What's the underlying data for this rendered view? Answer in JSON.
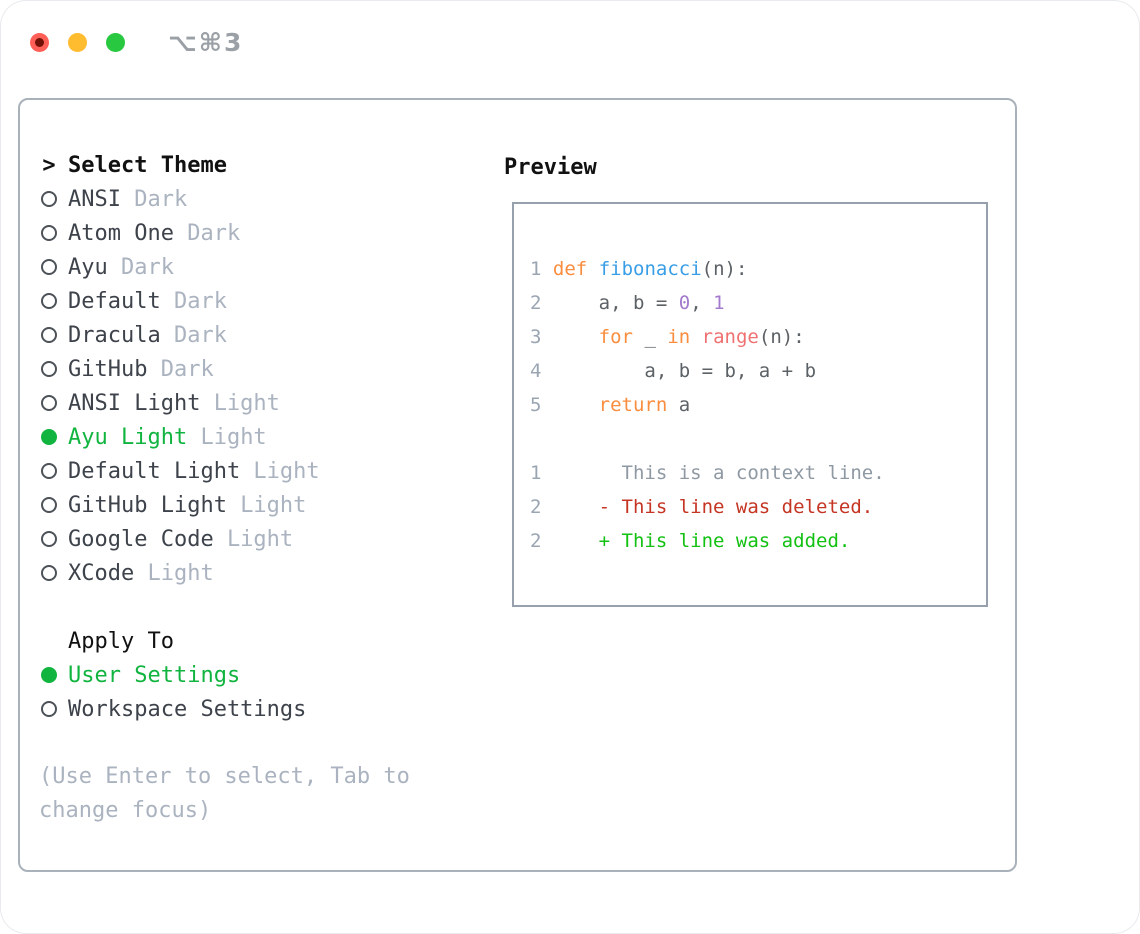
{
  "titlebar": {
    "shortcut": "⌥⌘3"
  },
  "colors": {
    "dot_red": "#ff5f57",
    "dot_red_core": "#701108",
    "dot_yellow": "#febc2e",
    "dot_green": "#28c840",
    "titlebar_text": "#9aa0a6",
    "frame_border": "#a9b1ba",
    "preview_border": "#97a0ad",
    "heading": "#111111",
    "item_text": "#3e434b",
    "muted": "#aab3bf",
    "radio_ring": "#4c5258",
    "selection": "#12b440",
    "linenum": "#9aa5b2",
    "fg": "#5c6166",
    "keyword": "#fa8d3e",
    "function": "#399ee6",
    "number": "#a37acc",
    "builtin": "#f07171",
    "context": "#8f99a3",
    "deleted": "#c53523",
    "added": "#13c113"
  },
  "theme_panel": {
    "header": {
      "prompt": ">",
      "label": "Select Theme"
    },
    "items": [
      {
        "name": "ANSI",
        "variant": "Dark",
        "selected": false
      },
      {
        "name": "Atom One",
        "variant": "Dark",
        "selected": false
      },
      {
        "name": "Ayu",
        "variant": "Dark",
        "selected": false
      },
      {
        "name": "Default",
        "variant": "Dark",
        "selected": false
      },
      {
        "name": "Dracula",
        "variant": "Dark",
        "selected": false
      },
      {
        "name": "GitHub",
        "variant": "Dark",
        "selected": false
      },
      {
        "name": "ANSI Light",
        "variant": "Light",
        "selected": false
      },
      {
        "name": "Ayu Light",
        "variant": "Light",
        "selected": true
      },
      {
        "name": "Default Light",
        "variant": "Light",
        "selected": false
      },
      {
        "name": "GitHub Light",
        "variant": "Light",
        "selected": false
      },
      {
        "name": "Google Code",
        "variant": "Light",
        "selected": false
      },
      {
        "name": "XCode",
        "variant": "Light",
        "selected": false
      }
    ],
    "apply_to": {
      "label": "Apply To",
      "options": [
        {
          "label": "User Settings",
          "selected": true
        },
        {
          "label": "Workspace Settings",
          "selected": false
        }
      ]
    },
    "hint_lines": [
      "(Use Enter to select, Tab to",
      "change focus)"
    ]
  },
  "preview": {
    "label": "Preview",
    "code_lines": [
      {
        "num": "1",
        "tokens": [
          {
            "t": "def",
            "c": "keyword"
          },
          {
            "t": " ",
            "c": "fg"
          },
          {
            "t": "fibonacci",
            "c": "function"
          },
          {
            "t": "(n):",
            "c": "fg"
          }
        ]
      },
      {
        "num": "2",
        "tokens": [
          {
            "t": "    a, b = ",
            "c": "fg"
          },
          {
            "t": "0",
            "c": "number"
          },
          {
            "t": ", ",
            "c": "fg"
          },
          {
            "t": "1",
            "c": "number"
          }
        ]
      },
      {
        "num": "3",
        "tokens": [
          {
            "t": "    ",
            "c": "fg"
          },
          {
            "t": "for",
            "c": "keyword"
          },
          {
            "t": " _ ",
            "c": "fg"
          },
          {
            "t": "in",
            "c": "keyword"
          },
          {
            "t": " ",
            "c": "fg"
          },
          {
            "t": "range",
            "c": "builtin"
          },
          {
            "t": "(n):",
            "c": "fg"
          }
        ]
      },
      {
        "num": "4",
        "tokens": [
          {
            "t": "        a, b = b, a + b",
            "c": "fg"
          }
        ]
      },
      {
        "num": "5",
        "tokens": [
          {
            "t": "    ",
            "c": "fg"
          },
          {
            "t": "return",
            "c": "keyword"
          },
          {
            "t": " a",
            "c": "fg"
          }
        ]
      }
    ],
    "diff_lines": [
      {
        "num": "1",
        "tokens": [
          {
            "t": "      This is a context line.",
            "c": "context"
          }
        ]
      },
      {
        "num": "2",
        "tokens": [
          {
            "t": "    - This line was deleted.",
            "c": "deleted"
          }
        ]
      },
      {
        "num": "2",
        "tokens": [
          {
            "t": "    + This line was added.",
            "c": "added"
          }
        ]
      }
    ]
  }
}
